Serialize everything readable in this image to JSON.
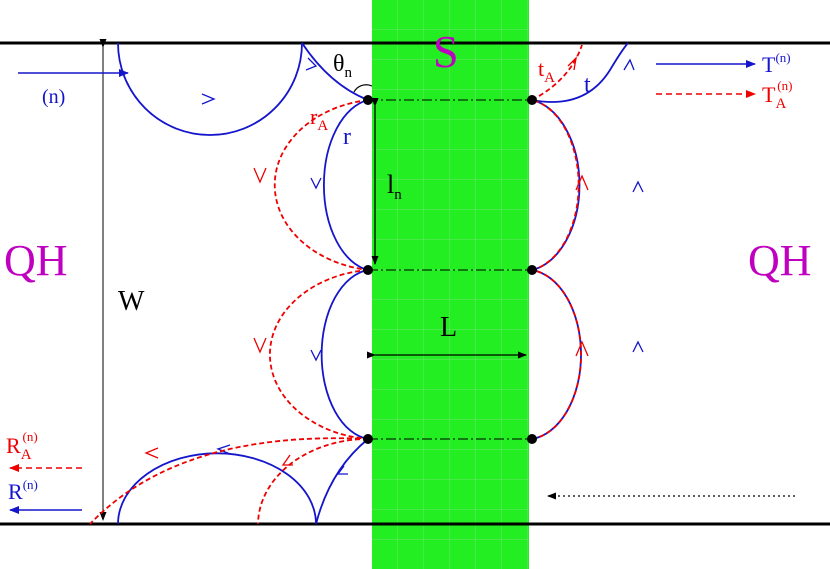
{
  "colors": {
    "blue": "#1515cc",
    "red": "#ee0000",
    "magenta": "#c000c0",
    "green": "#22ee22",
    "black": "#000000"
  },
  "labels": {
    "superconductor": "S",
    "qh_left": "QH",
    "qh_right": "QH",
    "width": "W",
    "length": "L",
    "incoming": "(n)",
    "theta": "θ",
    "theta_sub": "n",
    "l": "l",
    "l_sub": "n",
    "r": "r",
    "r_a": "r",
    "r_a_sub": "A",
    "t": "t",
    "t_a": "t",
    "t_a_sub": "A",
    "T": "T",
    "T_sup": "(n)",
    "T_a": "T",
    "T_a_sub": "A",
    "T_a_sup": "(n)",
    "R": "R",
    "R_sup": "(n)",
    "R_a": "R",
    "R_a_sub": "A",
    "R_a_sup": "(n)"
  }
}
